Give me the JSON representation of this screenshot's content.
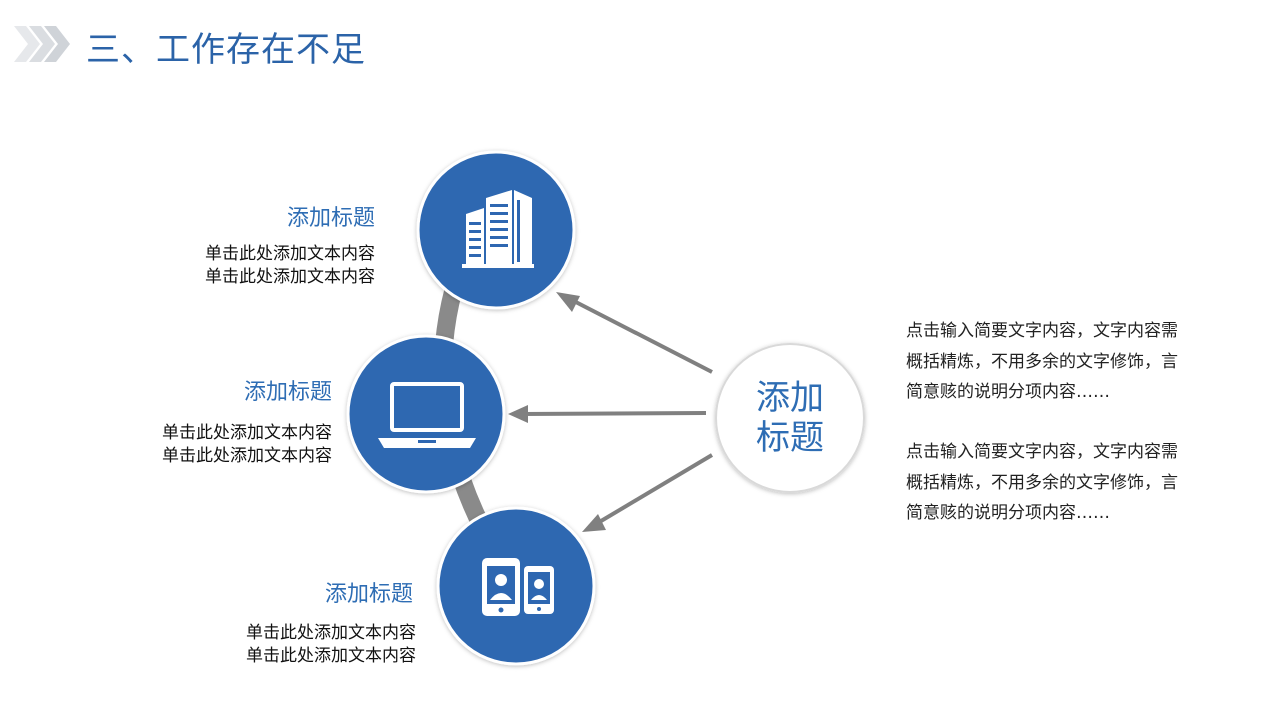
{
  "header": {
    "title": "三、工作存在不足",
    "accent_color": "#2b63a8",
    "chevron_color": "#d6d9dd",
    "icon": "chevrons-right-icon"
  },
  "center": {
    "label_line1": "添加",
    "label_line2": "标题"
  },
  "nodes": [
    {
      "title": "添加标题",
      "desc_line1": "单击此处添加文本内容",
      "desc_line2": "单击此处添加文本内容",
      "icon": "building-icon"
    },
    {
      "title": "添加标题",
      "desc_line1": "单击此处添加文本内容",
      "desc_line2": "单击此处添加文本内容",
      "icon": "laptop-icon"
    },
    {
      "title": "添加标题",
      "desc_line1": "单击此处添加文本内容",
      "desc_line2": "单击此处添加文本内容",
      "icon": "phone-contacts-icon"
    }
  ],
  "right_text": [
    {
      "line1": "点击输入简要文字内容，文字内容需",
      "line2": "概括精炼，不用多余的文字修饰，言",
      "line3": "简意赅的说明分项内容……"
    },
    {
      "line1": "点击输入简要文字内容，文字内容需",
      "line2": "概括精炼，不用多余的文字修饰，言",
      "line3": "简意赅的说明分项内容……"
    }
  ],
  "colors": {
    "node_fill": "#2e67b1",
    "arc": "#8a8a8a",
    "arrow": "#808080",
    "center_border": "#d9d9d9"
  }
}
